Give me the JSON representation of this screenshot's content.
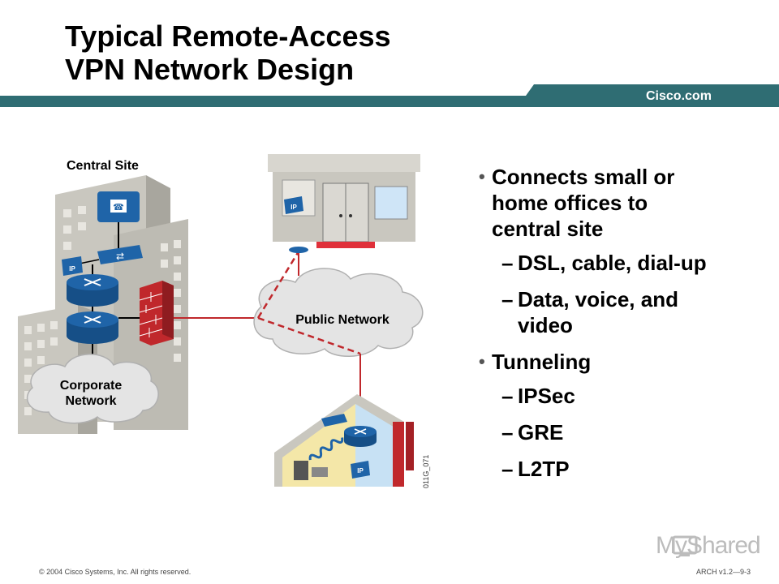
{
  "slide": {
    "title_line1": "Typical Remote-Access",
    "title_line2": "VPN Network Design",
    "brand": "Cisco.com",
    "footer_left": "© 2004 Cisco Systems, Inc. All rights reserved.",
    "footer_right": "ARCH v1.2—9-3",
    "watermark": "MyShared"
  },
  "diagram": {
    "central_site_label": "Central Site",
    "corporate_network_label_line1": "Corporate",
    "corporate_network_label_line2": "Network",
    "public_network_label": "Public Network",
    "figure_code": "011G_071",
    "ip_label": "IP"
  },
  "bullets": [
    {
      "level": 1,
      "text": "Connects small or home offices to central site",
      "lines": [
        "Connects small or",
        "home offices to",
        "central site"
      ]
    },
    {
      "level": 2,
      "text": "DSL, cable, dial-up"
    },
    {
      "level": 2,
      "text": "Data, voice, and video",
      "lines": [
        "Data, voice, and",
        "video"
      ]
    },
    {
      "level": 1,
      "text": "Tunneling"
    },
    {
      "level": 2,
      "text": "IPSec"
    },
    {
      "level": 2,
      "text": "GRE"
    },
    {
      "level": 2,
      "text": "L2TP"
    }
  ],
  "colors": {
    "banner": "#2f6d73",
    "brick": "#c0282c",
    "link": "#c0282c",
    "device": "#1f64a8",
    "building": "#c9c7bf"
  }
}
